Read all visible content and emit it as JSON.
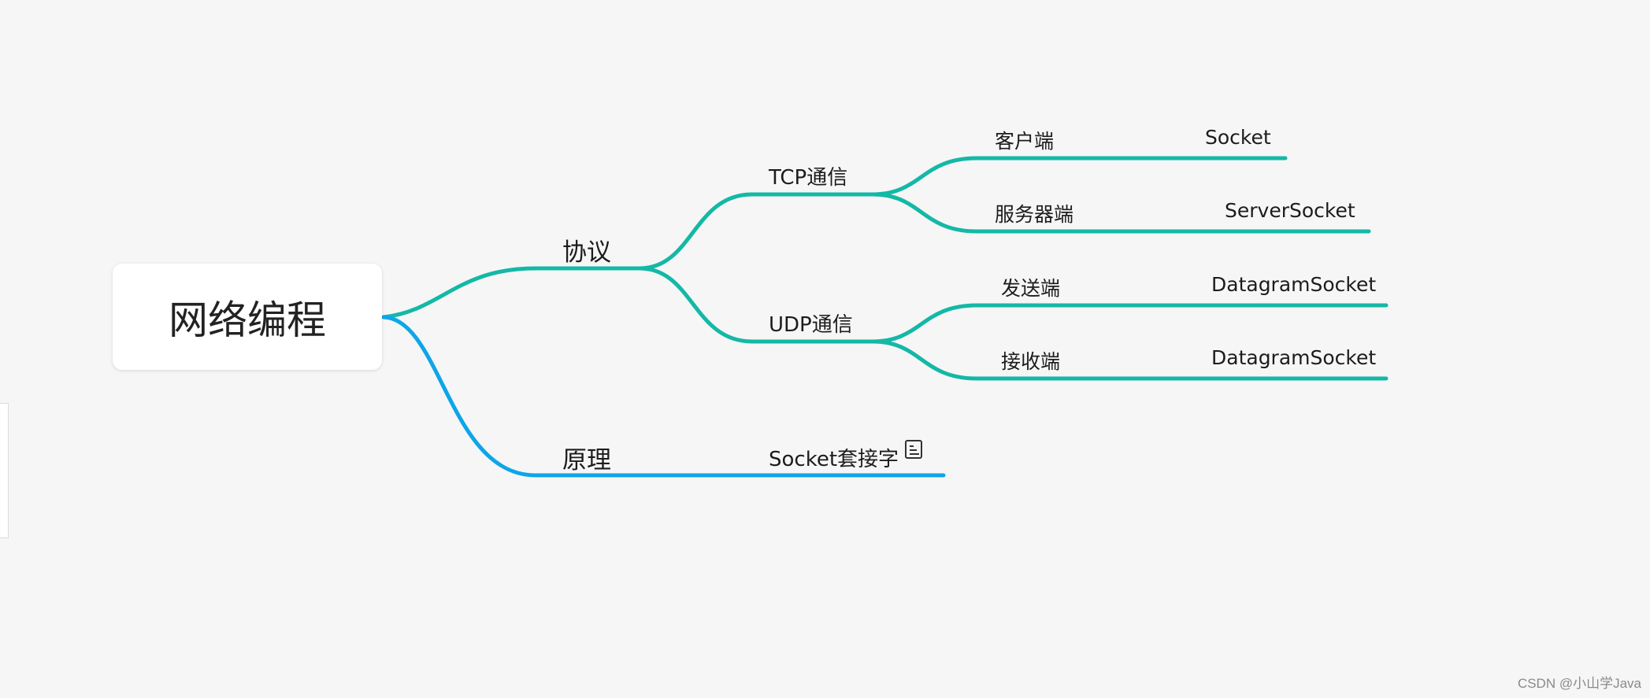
{
  "mindmap": {
    "root": "网络编程",
    "branches": [
      {
        "label": "协议",
        "color": "#14b8a6",
        "children": [
          {
            "label": "TCP通信",
            "children": [
              {
                "label": "客户端",
                "value": "Socket"
              },
              {
                "label": "服务器端",
                "value": "ServerSocket"
              }
            ]
          },
          {
            "label": "UDP通信",
            "children": [
              {
                "label": "发送端",
                "value": "DatagramSocket"
              },
              {
                "label": "接收端",
                "value": "DatagramSocket"
              }
            ]
          }
        ]
      },
      {
        "label": "原理",
        "color": "#0ea5e9",
        "children": [
          {
            "label": "Socket套接字",
            "has_note": true,
            "icon": "note-icon"
          }
        ]
      }
    ]
  },
  "watermark": "CSDN @小山学Java"
}
